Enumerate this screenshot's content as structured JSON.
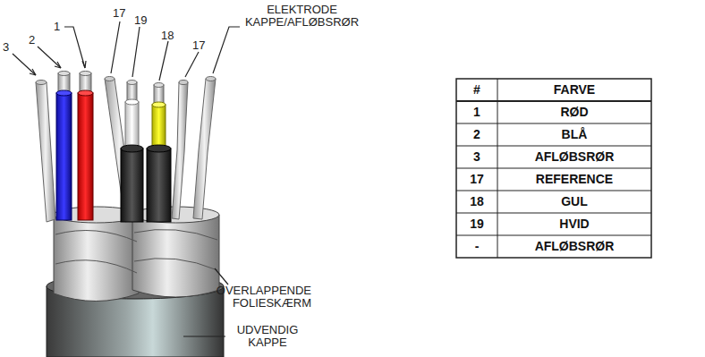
{
  "diagram": {
    "labels": [
      "3",
      "2",
      "1",
      "17",
      "19",
      "18",
      "17",
      "ELEKTRODE KAPPE/AFLØBSRØR",
      "OVERLAPPENDE FOLIESKÆRM",
      "UDVENDIG KAPPE",
      "#",
      "FARVE",
      "1",
      "RØD",
      "2",
      "BLÅ",
      "3",
      "AFLØBSRØR",
      "17",
      "REFERENCE",
      "18",
      "GUL",
      "19",
      "HVID",
      "-",
      "AFLØBSRØR"
    ]
  }
}
